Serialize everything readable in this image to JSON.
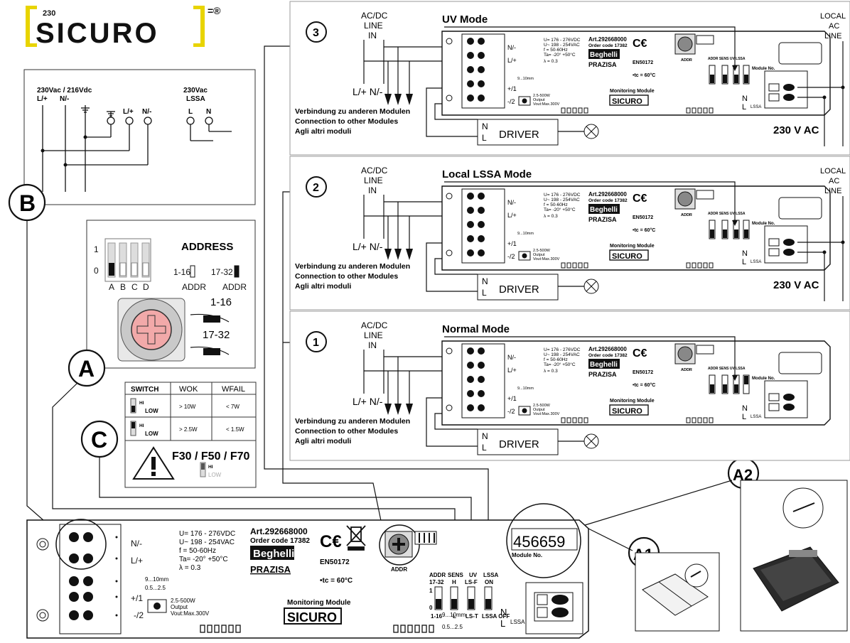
{
  "logo": {
    "top_text": "230",
    "brand": "SICURO",
    "mark": "=®"
  },
  "callouts": {
    "A": "A",
    "B": "B",
    "C": "C",
    "A1": "A1",
    "A2": "A2",
    "one": "1",
    "two": "2",
    "three": "3"
  },
  "panel_b": {
    "supply_label": "230Vac / 216Vdc",
    "supply_terms": [
      "L/+",
      "N/-"
    ],
    "lssa_label": "230Vac",
    "lssa_sub": "LSSA",
    "lssa_terms": [
      "L",
      "N"
    ],
    "module_terms": [
      "L/+",
      "N/-"
    ]
  },
  "address": {
    "title": "ADDRESS",
    "row1": "1",
    "row0": "0",
    "switch_letters": [
      "A",
      "B",
      "C",
      "D"
    ],
    "range_low": "1-16",
    "range_high": "17-32",
    "addr_label": "ADDR",
    "rot_low": "1-16",
    "rot_high": "17-32"
  },
  "switch_table": {
    "headers": [
      "SWITCH",
      "WOK",
      "WFAIL"
    ],
    "rows": [
      {
        "hi": "HI",
        "low": "LOW",
        "wok": "> 10W",
        "wfail": "< 7W"
      },
      {
        "hi": "HI",
        "low": "LOW",
        "wok": "> 2.5W",
        "wfail": "< 1.5W"
      }
    ],
    "warning": "F30 / F50 / F70",
    "warn_hi": "HI",
    "warn_low": "LOW"
  },
  "modes": [
    {
      "title": "UV Mode",
      "n": "3",
      "local": [
        "LOCAL",
        "AC",
        "LINE"
      ],
      "vac": "230 V AC"
    },
    {
      "title": "Local LSSA Mode",
      "n": "2",
      "local": [
        "LOCAL",
        "AC",
        "LINE"
      ],
      "vac": "230 V AC"
    },
    {
      "title": "Normal Mode",
      "n": "1",
      "local": [],
      "vac": ""
    }
  ],
  "mode_common": {
    "acdc": [
      "AC/DC",
      "LINE",
      "IN"
    ],
    "l_n": "L/+  N/-",
    "driver": "DRIVER",
    "driver_n": "N",
    "driver_l": "L",
    "conn": [
      "Verbindung zu anderen Modulen",
      "Connection to other Modules",
      "Agli altri moduli"
    ]
  },
  "module": {
    "specs": [
      "U= 176 - 276VDC",
      "U~ 198 - 254VAC",
      "f = 50-60Hz",
      "Ta= -20° +50°C",
      "λ = 0.3"
    ],
    "art": "Art.292668000",
    "order": "Order code 17382",
    "brand1": "Beghelli",
    "brand2": "PRAZISA",
    "en": "EN50172",
    "tc": "•tc = 60°C",
    "monitoring": "Monitoring Module",
    "sicuro": "SICURO",
    "terms": [
      "N/-",
      "L/+",
      "+/1",
      "-/2"
    ],
    "output": [
      "2.5-500W",
      "Output",
      "Vout:Max.300V"
    ],
    "wire1": "9...10mm",
    "wire2": "0.5...2.5",
    "addr": "ADDR",
    "sw_headers": [
      "ADDR",
      "SENS",
      "UV",
      "LSSA"
    ],
    "sw_sub_top": [
      "17-32",
      "H",
      "LS-F",
      "ON"
    ],
    "sw_sub_bot": [
      "1-16",
      "L",
      "LS-T",
      "LSSA OFF"
    ],
    "module_no_label": "Module No.",
    "module_no": "456659",
    "n": "N",
    "l": "L",
    "lssa": "LSSA"
  }
}
